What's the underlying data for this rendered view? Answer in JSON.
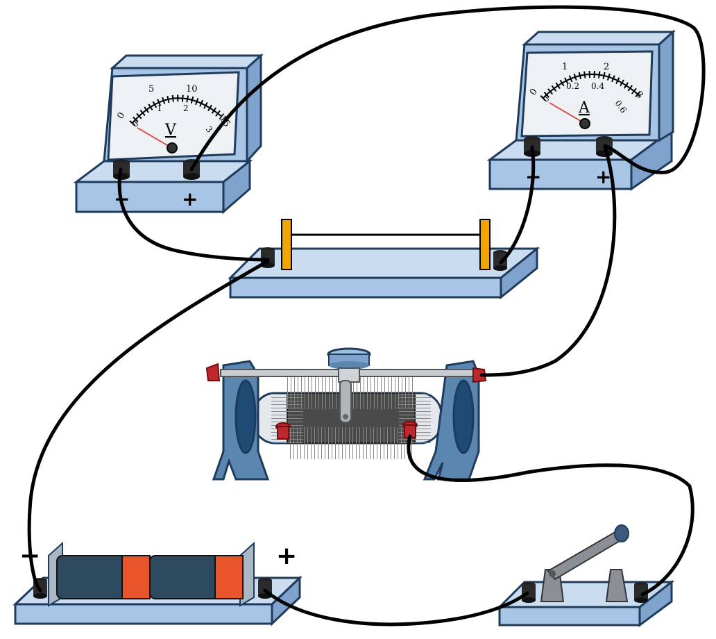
{
  "voltmeter": {
    "symbol": "V",
    "top_scale": [
      "0",
      "5",
      "10",
      "15"
    ],
    "bottom_scale": [
      "0",
      "1",
      "2",
      "3"
    ],
    "neg_label": "−",
    "pos_label": "+"
  },
  "ammeter": {
    "symbol": "A",
    "top_scale": [
      "0",
      "1",
      "2",
      "3"
    ],
    "bottom_scale": [
      "0",
      "0.2",
      "0.4",
      "0.6"
    ],
    "neg_label": "−",
    "pos_label": "+"
  },
  "battery": {
    "neg_label": "−",
    "pos_label": "+"
  },
  "colors": {
    "base_fill": "#c9dcf0",
    "base_edge": "#1f3b5c",
    "wire": "#000000",
    "clamp": "#f0a500",
    "terminal_red": "#c0272d",
    "battery_body": "#2e4a5e",
    "battery_band": "#e8552a"
  }
}
